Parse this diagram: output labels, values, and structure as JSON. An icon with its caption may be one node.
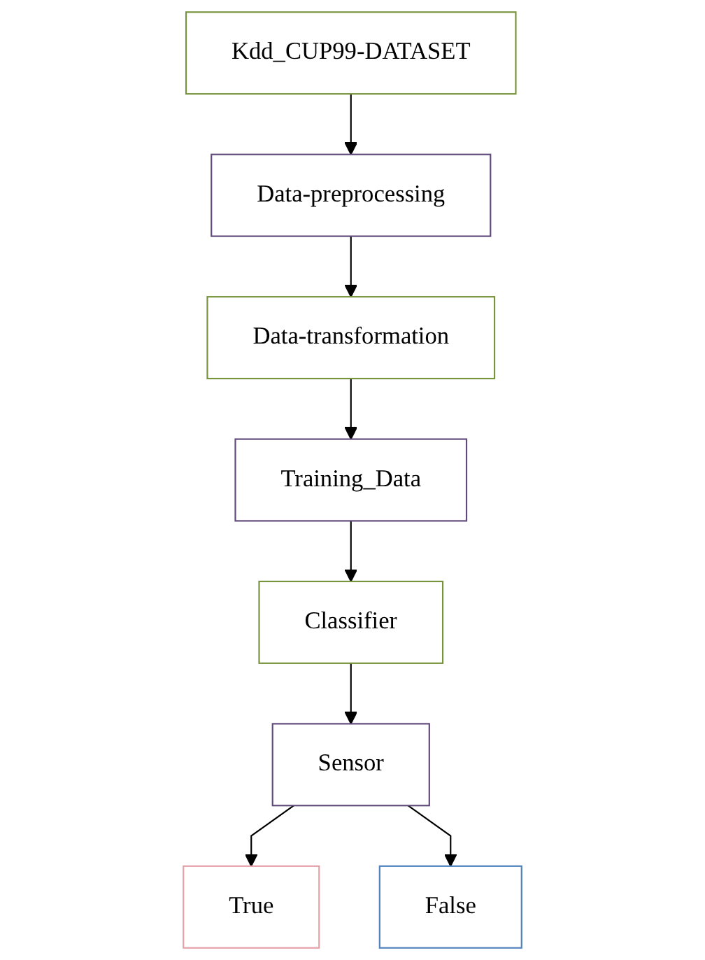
{
  "diagram": {
    "nodes": [
      {
        "text": [
          "Kdd_CUP99-DATASET"
        ]
      },
      {
        "text": [
          "Data-preprocessing"
        ]
      },
      {
        "text": [
          "Data-transformation"
        ]
      },
      {
        "text": [
          "Training_Data"
        ]
      },
      {
        "text": [
          "Classifier"
        ]
      },
      {
        "text": [
          "Sensor"
        ]
      },
      {
        "text": [
          "True"
        ]
      },
      {
        "text": [
          "False"
        ]
      }
    ],
    "edges": [
      {
        "from": 0,
        "to": 1,
        "arrow": "to"
      },
      {
        "from": 1,
        "to": 2,
        "arrow": "to"
      },
      {
        "from": 2,
        "to": 3,
        "arrow": "to"
      },
      {
        "from": 3,
        "to": 4,
        "arrow": "to"
      },
      {
        "from": 4,
        "to": 5,
        "arrow": "to"
      },
      {
        "from": 5,
        "to": 6,
        "arrow": "to"
      },
      {
        "from": 5,
        "to": 7,
        "arrow": "to"
      }
    ]
  }
}
